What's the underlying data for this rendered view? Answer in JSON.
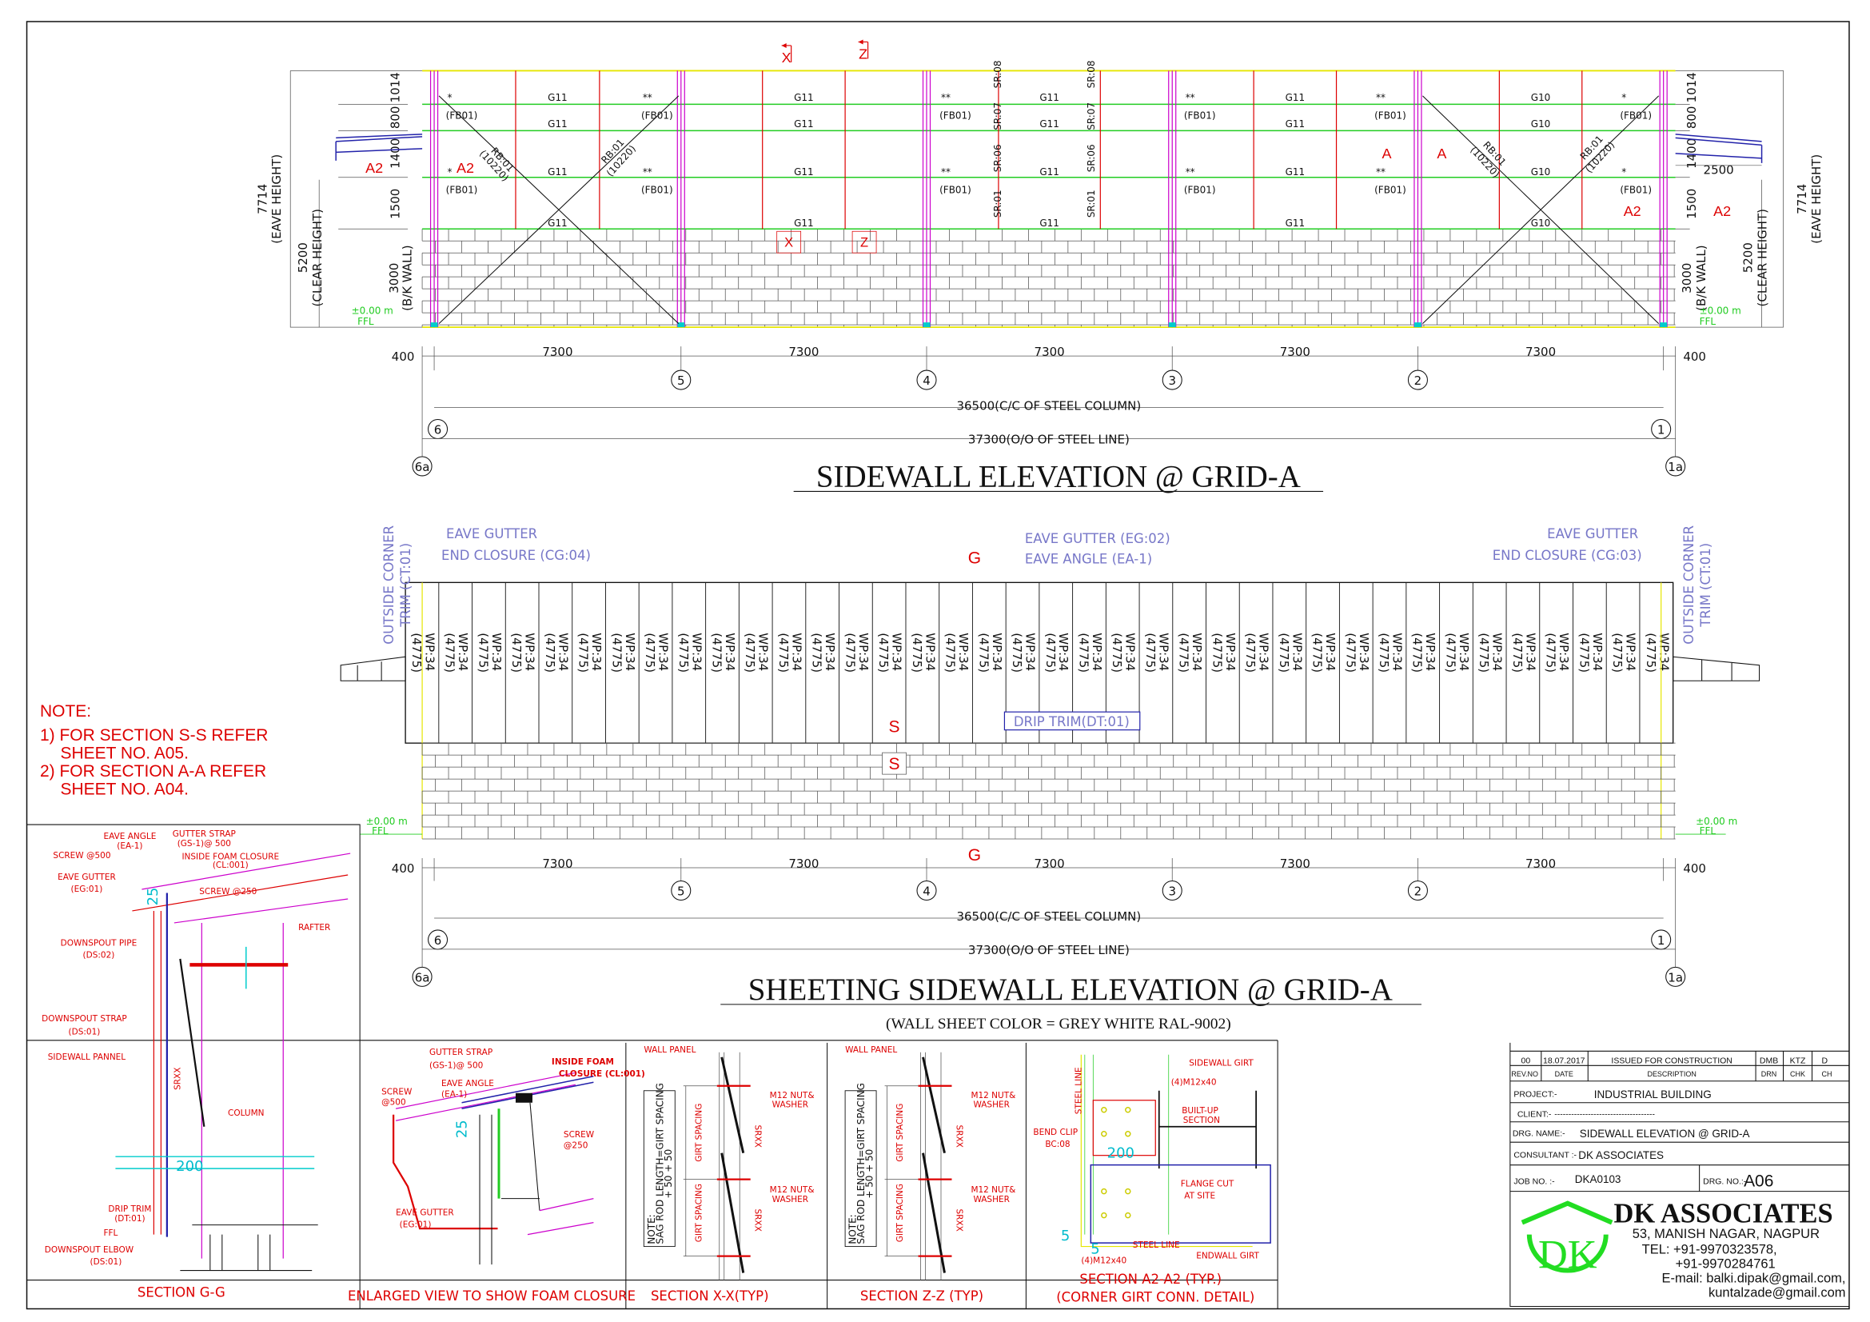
{
  "colors": {
    "red": "#dd0000",
    "green": "#22cc22",
    "magenta": "#cc00cc",
    "yellow": "#e6e600",
    "label_blue": "#7777c8",
    "cyan": "#00bbcc",
    "logo_green": "#22dd22"
  },
  "sidewall": {
    "title": "SIDEWALL ELEVATION @ GRID-A",
    "grids": [
      "6",
      "5",
      "4",
      "3",
      "2",
      "1"
    ],
    "outer_grids": [
      "6a",
      "1a"
    ],
    "end_dim": "400",
    "span_dim": "7300",
    "total_cc": "36500(C/C OF STEEL COLUMN)",
    "total_oo": "37300(O/O OF STEEL LINE)",
    "height_dims": [
      "1014",
      "800",
      "1400",
      "1500"
    ],
    "bk_wall": "3000",
    "bk_wall_label": "(B/K WALL)",
    "eave_height": "7714",
    "eave_height_label": "(EAVE HEIGHT)",
    "clear_height": "5200",
    "clear_height_label": "(CLEAR HEIGHT)",
    "ffl_level": "±0.00 m",
    "ffl": "FFL",
    "canopy_dim": "2500",
    "bay_girts": [
      "G11",
      "G11",
      "G11",
      "G11",
      "G10"
    ],
    "flange_brace": "(FB01)",
    "single_star": "*",
    "double_star": "**",
    "rod_brace": "RB:01",
    "rod_brace_len": "(10220)",
    "sag_rods": [
      "SR:08",
      "SR:07",
      "SR:06",
      "SR:01"
    ],
    "section_marks": {
      "x": "X",
      "z": "Z",
      "a": "A",
      "a2": "A2"
    }
  },
  "sheeting": {
    "title": "SHEETING SIDEWALL ELEVATION @ GRID-A",
    "subtitle": "(WALL SHEET COLOR = GREY WHITE RAL-9002)",
    "panel_label": "WP:34",
    "panel_length": "(4775)",
    "panel_count": 38,
    "corner_trim": "OUTSIDE CORNER",
    "corner_trim_2": "TRIM (CT:01)",
    "left_closure_1": "EAVE GUTTER",
    "left_closure_2": "END CLOSURE (CG:04)",
    "mid_1": "EAVE GUTTER (EG:02)",
    "mid_2": "EAVE ANGLE (EA-1)",
    "right_closure_1": "EAVE GUTTER",
    "right_closure_2": "END CLOSURE (CG:03)",
    "drip_trim": "DRIP TRIM(DT:01)",
    "section_marks": {
      "g": "G",
      "s": "S"
    }
  },
  "note": {
    "title": "NOTE:",
    "lines": [
      "1) FOR  SECTION S-S REFER",
      "SHEET NO. A05.",
      "2) FOR  SECTION A-A REFER",
      "SHEET NO. A04."
    ]
  },
  "section_gg": {
    "title": "SECTION G-G",
    "labels": [
      "EAVE ANGLE",
      "(EA-1)",
      "GUTTER STRAP",
      "(GS-1)@ 500",
      "INSIDE FOAM CLOSURE",
      "(CL:001)",
      "SCREW @500",
      "EAVE GUTTER",
      "(EG:01)",
      "SCREW @250",
      "RAFTER",
      "DOWNSPOUT PIPE",
      "(DS:02)",
      "DOWNSPOUT STRAP",
      "(DS:01)",
      "SIDEWALL PANNEL",
      "COLUMN",
      "DRIP TRIM",
      "(DT:01)",
      "FFL",
      "DOWNSPOUT ELBOW",
      "(DS:01)",
      "SRXX"
    ],
    "dim_25": "25",
    "dim_200": "200"
  },
  "enlarged": {
    "title": "ENLARGED VIEW TO SHOW FOAM CLOSURE",
    "labels": [
      "GUTTER STRAP",
      "(GS-1)@ 500",
      "INSIDE FOAM",
      "CLOSURE (CL:001)",
      "SCREW",
      "@500",
      "EAVE ANGLE",
      "(EA-1)",
      "SCREW",
      "@250",
      "EAVE GUTTER",
      "(EG:01)"
    ],
    "dim_25": "25"
  },
  "section_xx": {
    "title": "SECTION X-X(TYP)",
    "wall_panel": "WALL PANEL",
    "nut": "M12 NUT&",
    "washer": "WASHER",
    "girt_spacing": "GIRT SPACING",
    "rod": "SRXX",
    "note_1": "NOTE:",
    "note_2": "SAG ROD LENGTH=GIRT SPACING",
    "note_3": "+ 50 + 50"
  },
  "section_zz": {
    "title": "SECTION Z-Z (TYP)",
    "wall_panel": "WALL PANEL",
    "nut": "M12 NUT&",
    "washer": "WASHER",
    "girt_spacing": "GIRT SPACING",
    "rod": "SRXX",
    "note_1": "NOTE:",
    "note_2": "SAG ROD LENGTH=GIRT SPACING",
    "note_3": "+ 50 + 50"
  },
  "section_a2": {
    "title": "SECTION A2-A2 (TYP.)",
    "subtitle": "(CORNER GIRT CONN. DETAIL)",
    "sidewall_girt": "SIDEWALL GIRT",
    "bolts": "(4)M12x40",
    "built_up_1": "BUILT-UP",
    "built_up_2": "SECTION",
    "bend_clip_1": "BEND CLIP",
    "bend_clip_2": "BC:08",
    "steel_line": "STEEL LINE",
    "flange_cut_1": "FLANGE CUT",
    "flange_cut_2": "AT SITE",
    "endwall_girt": "ENDWALL GIRT",
    "dim_200": "200",
    "dim_5": "5"
  },
  "title_block": {
    "revision": {
      "rev": "00",
      "date": "18.07.2017",
      "description": "ISSUED FOR CONSTRUCTION",
      "drn": "DMB",
      "chk": "KTZ",
      "app": "D"
    },
    "headers": {
      "rev": "REV.NO",
      "date": "DATE",
      "description": "DESCRIPTION",
      "drn": "DRN",
      "chk": "CHK",
      "app": "CH"
    },
    "project_label": "PROJECT:-",
    "project": "INDUSTRIAL BUILDING",
    "client_label": "CLIENT:-",
    "client": "------------------------------------",
    "drg_name_label": "DRG. NAME:-",
    "drg_name": "SIDEWALL ELEVATION @ GRID-A",
    "consultant_label": "CONSULTANT :-",
    "consultant": "DK ASSOCIATES",
    "job_no_label": "JOB NO. :-",
    "job_no": "DKA0103",
    "drg_no_label": "DRG. NO.:-",
    "drg_no": "A06",
    "company": "DK ASSOCIATES",
    "logo_text": "DK",
    "address": "53, MANISH NAGAR, NAGPUR",
    "tel_1": "TEL: +91-9970323578,",
    "tel_2": "+91-9970284761",
    "email_1": "E-mail: balki.dipak@gmail.com,",
    "email_2": "kuntalzade@gmail.com"
  }
}
